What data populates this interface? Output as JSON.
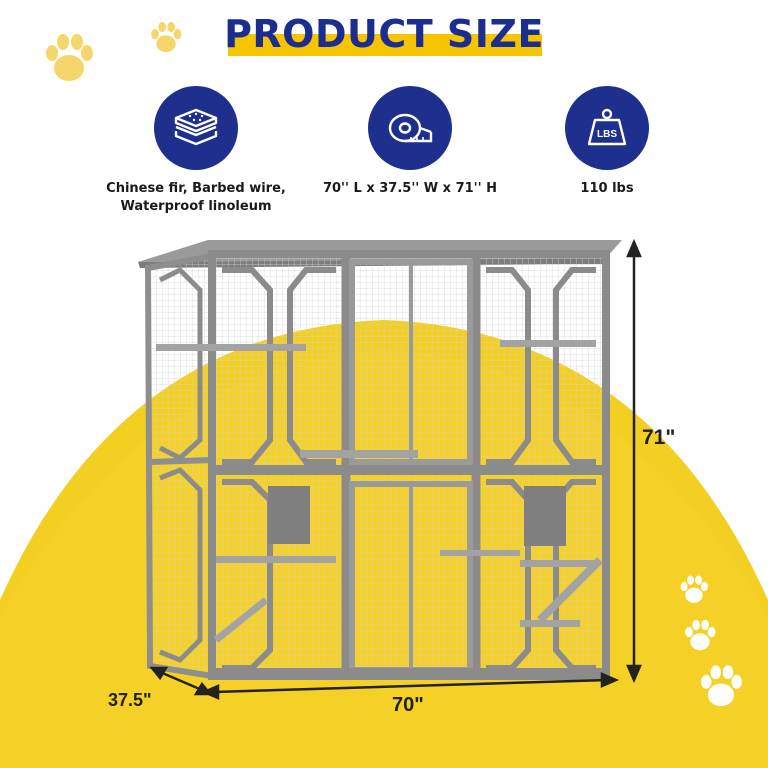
{
  "title": "PRODUCT SIZE",
  "features": [
    {
      "icon": "layers-material-icon",
      "lines": [
        "Chinese fir, Barbed wire,",
        "Waterproof linoleum"
      ]
    },
    {
      "icon": "measuring-tape-icon",
      "lines": [
        "70'' L x 37.5'' W x 71'' H"
      ]
    },
    {
      "icon": "weight-icon",
      "lines": [
        "110 lbs"
      ],
      "badge": "LBS"
    }
  ],
  "dimensions": {
    "height": "71\"",
    "width": "70\"",
    "depth": "37.5\""
  },
  "colors": {
    "navy": "#1f2f8e",
    "yellow": "#f6c500",
    "gray": "#8f8f8f"
  }
}
